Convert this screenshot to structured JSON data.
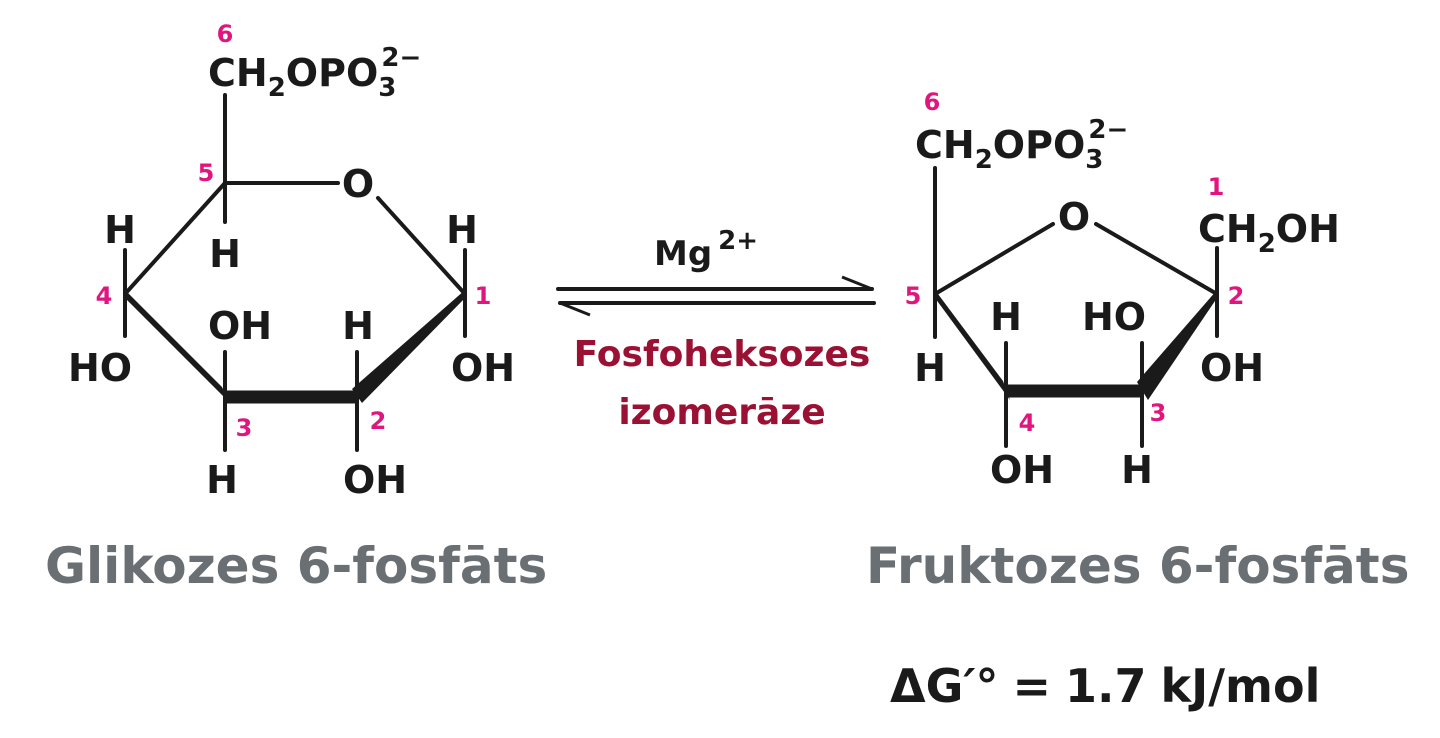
{
  "glucose": {
    "group": {
      "prefix": "CH",
      "sub1": "2",
      "mid": "OPO",
      "sub2": "3",
      "sup": "2−"
    },
    "ring_o": "O",
    "h": "H",
    "oh": "OH",
    "ho_left": "HO",
    "numbers": [
      "1",
      "2",
      "3",
      "4",
      "5",
      "6"
    ],
    "caption": "Glikozes 6-fosfāts"
  },
  "fructose": {
    "group": {
      "prefix": "CH",
      "sub1": "2",
      "mid": "OPO",
      "sub2": "3",
      "sup": "2−"
    },
    "ch2oh": {
      "prefix": "CH",
      "sub": "2",
      "suffix": "OH"
    },
    "ring_o": "O",
    "h": "H",
    "oh": "OH",
    "ho": "HO",
    "numbers": [
      "1",
      "2",
      "3",
      "4",
      "5",
      "6"
    ],
    "caption": "Fruktozes 6-fosfāts"
  },
  "reaction": {
    "cofactor": "Mg",
    "cofactor_charge": "2+",
    "enzyme_line1": "Fosfoheksozes",
    "enzyme_line2": "izomerāze"
  },
  "energy": {
    "symbol": "ΔG",
    "prime": "′°",
    "equals": "=",
    "value": "1.7",
    "unit": "kJ/mol"
  },
  "colors": {
    "atom": "#1a1a1a",
    "carbon_number": "#e0157e",
    "caption": "#6a6f73",
    "enzyme": "#9b1134"
  }
}
